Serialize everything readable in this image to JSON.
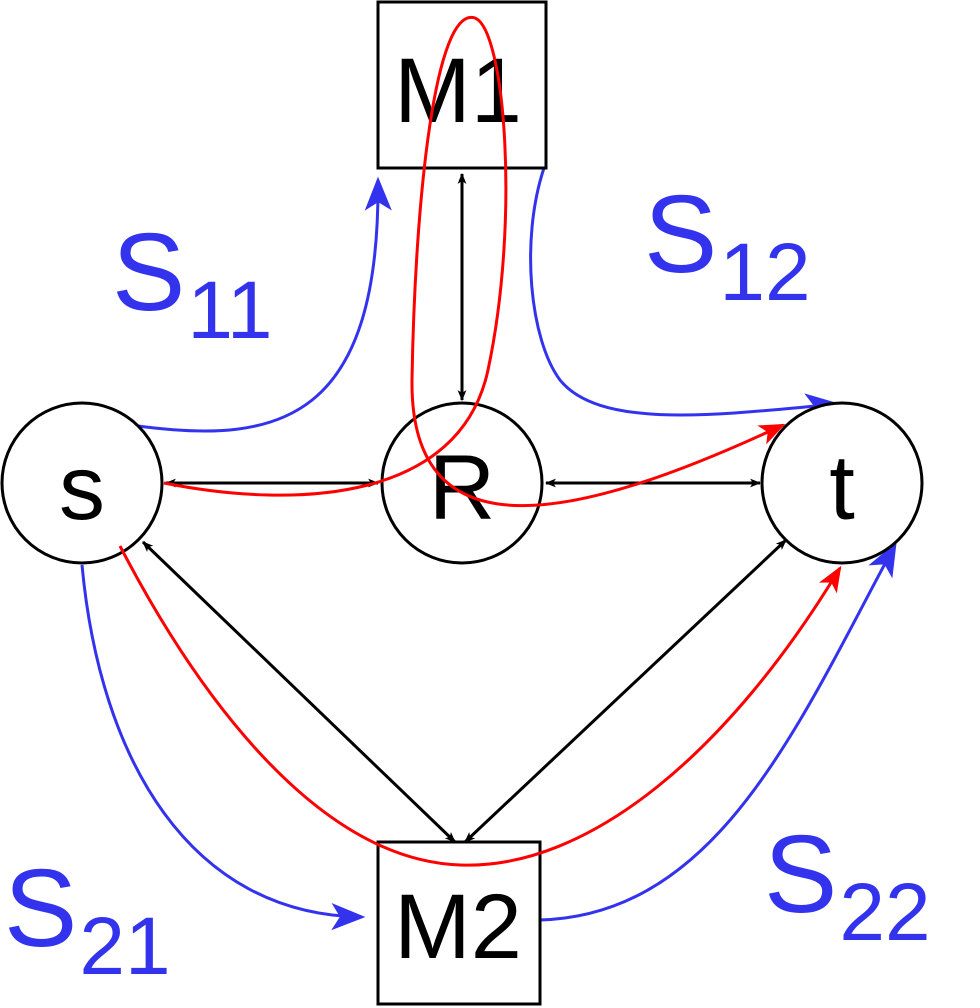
{
  "colors": {
    "node_stroke": "#000000",
    "bidirectional_link": "#000000",
    "path_highlight": "#ff0000",
    "session_path": "#3333ee",
    "background": "#ffffff"
  },
  "nodes": {
    "source": "s",
    "relay": "R",
    "target": "t",
    "middlebox_1": "M1",
    "middlebox_2": "M2"
  },
  "sessions": {
    "s11": {
      "base": "S",
      "sub": "11"
    },
    "s12": {
      "base": "S",
      "sub": "12"
    },
    "s21": {
      "base": "S",
      "sub": "21"
    },
    "s22": {
      "base": "S",
      "sub": "22"
    }
  }
}
